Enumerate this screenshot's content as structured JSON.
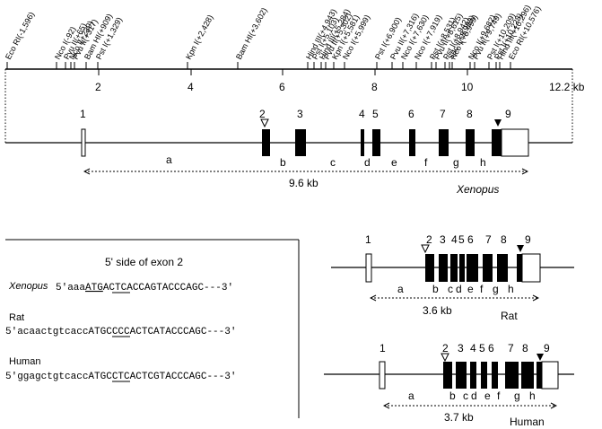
{
  "restriction_map": {
    "sites": [
      "Eco RI(-1,596)",
      "Nco I(-92)",
      "Pvu II(+65)",
      "Nco I(+239)",
      "Pvu II(+317)",
      "Bam HI(+909)",
      "Pst I(+1,329)",
      "Kpn I(+2,428)",
      "Bam HI(+3,602)",
      "Hind III(+4,943)",
      "Pst I(+5,103)",
      "Hind III(+5,284)",
      "Pvu II(+5,302)",
      "Kpn I(+5,581)",
      "Nco I(+5,999)",
      "Pst I(+6,900)",
      "Pvu II(+7,316)",
      "Nco I(+7,630)",
      "Nco I(+7,919)",
      "Pst I(+8,531)",
      "Pvu II(+8,615)",
      "Pst I(+8,942)",
      "Sac I(+8,983)",
      "Nco I(+8,999)",
      "Nco I(+9,682)",
      "Pvu II(+9,749)",
      "Pst I(+10,209)",
      "Pst I(+10,228)",
      "Hind III(+10,296)",
      "Eco RI(+10,576)"
    ],
    "scale_ticks": [
      "2",
      "4",
      "6",
      "8",
      "10"
    ],
    "scale_end": "12.2 kb"
  },
  "xenopus": {
    "exon_numbers": [
      "1",
      "2",
      "3",
      "4",
      "5",
      "6",
      "7",
      "8",
      "9"
    ],
    "intron_letters": [
      "a",
      "b",
      "c",
      "d",
      "e",
      "f",
      "g",
      "h"
    ],
    "span": "9.6 kb",
    "species": "Xenopus"
  },
  "sequence_box": {
    "title": "5' side of exon 2",
    "entries": [
      {
        "species": "Xenopus",
        "prefix": "5'aaa",
        "atg": "ATG",
        "suffix": "ACTCACCAGTACCCAGC---3'"
      },
      {
        "species": "Rat",
        "prefix": "5'acaactgtcacc",
        "atg": "ATG",
        "suffix": "CCCCACTCATACCCAGC---3'"
      },
      {
        "species": "Human",
        "prefix": "5'ggagctgtcacc",
        "atg": "ATG",
        "suffix": "CCTCACTCGTACCCAGC---3'"
      }
    ]
  },
  "rat": {
    "exon_numbers": [
      "1",
      "2",
      "3",
      "4",
      "5",
      "6",
      "7",
      "8",
      "9"
    ],
    "intron_letters": [
      "a",
      "b",
      "c",
      "d",
      "e",
      "f",
      "g",
      "h"
    ],
    "span": "3.6 kb",
    "species": "Rat"
  },
  "human": {
    "exon_numbers": [
      "1",
      "2",
      "3",
      "4",
      "5",
      "6",
      "7",
      "8",
      "9"
    ],
    "intron_letters": [
      "a",
      "b",
      "c",
      "d",
      "e",
      "f",
      "g",
      "h"
    ],
    "span": "3.7 kb",
    "species": "Human"
  }
}
